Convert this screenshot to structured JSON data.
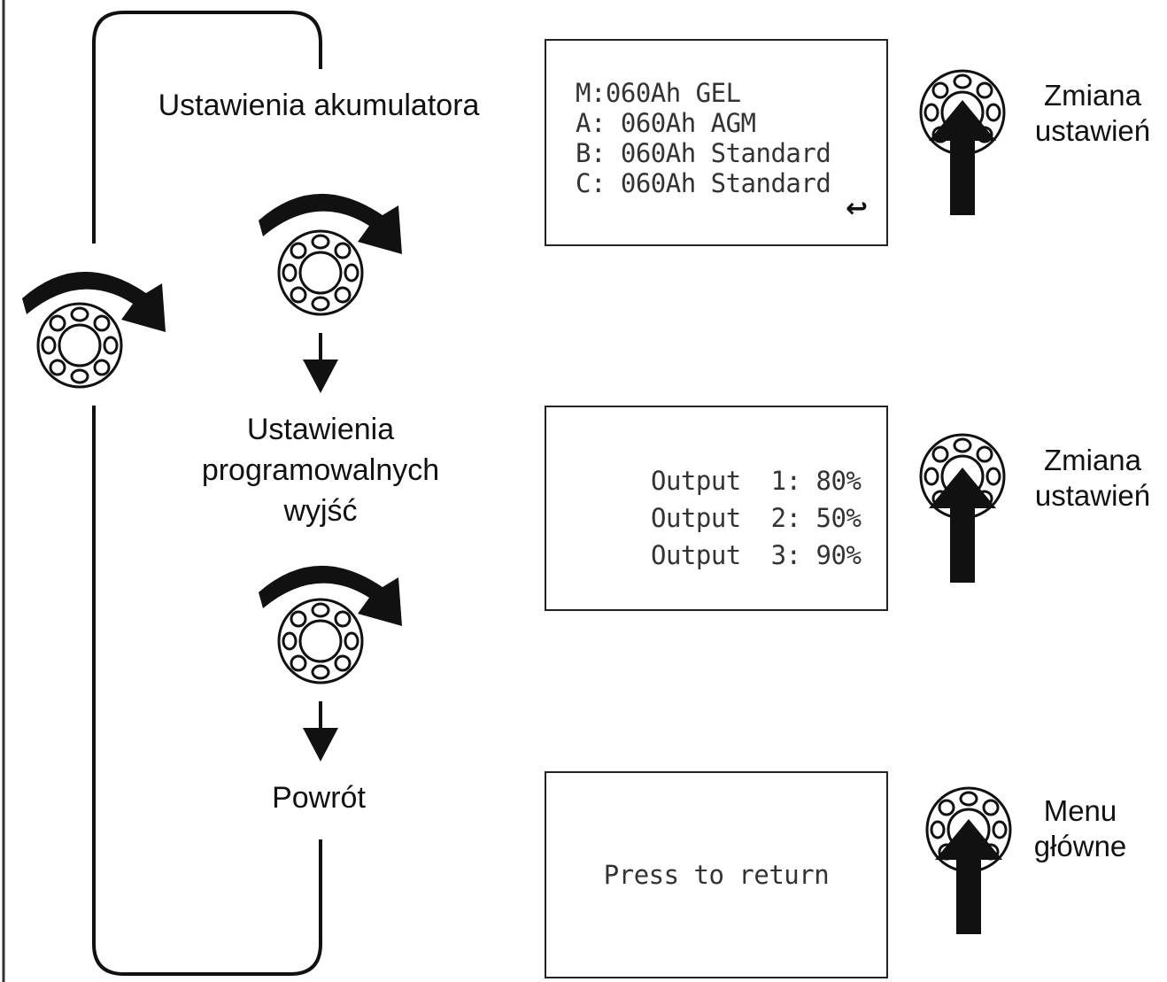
{
  "steps": [
    {
      "label": "Ustawienia akumulatora"
    },
    {
      "label_lines": [
        "Ustawienia",
        "programowalnych",
        "wyjść"
      ]
    },
    {
      "label": "Powrót"
    }
  ],
  "screens": {
    "battery": {
      "lines": [
        "M:060Ah GEL",
        "A: 060Ah AGM",
        "B: 060Ah Standard",
        "C: 060Ah Standard"
      ],
      "return_glyph": "↩"
    },
    "outputs": {
      "lines": [
        "Output  1: 80%",
        "Output  2: 50%",
        "Output  3: 90%"
      ]
    },
    "return": {
      "lines": [
        "Press to return"
      ]
    }
  },
  "actions": {
    "battery": [
      "Zmiana",
      "ustawień"
    ],
    "outputs": [
      "Zmiana",
      "ustawień"
    ],
    "return": [
      "Menu",
      "główne"
    ]
  },
  "icons": [
    "knob-icon",
    "rotate-arrow-icon",
    "down-arrow-icon",
    "press-arrow-icon"
  ]
}
